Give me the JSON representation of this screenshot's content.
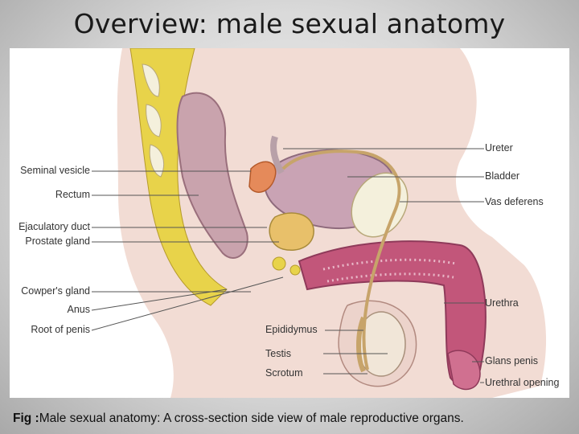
{
  "slide": {
    "title": "Overview: male sexual anatomy"
  },
  "diagram": {
    "labels_left": {
      "seminal_vesicle": "Seminal vesicle",
      "rectum": "Rectum",
      "ejaculatory_duct": "Ejaculatory duct",
      "prostate_gland": "Prostate gland",
      "cowpers_gland": "Cowper's gland",
      "anus": "Anus",
      "root_of_penis": "Root of penis"
    },
    "labels_right": {
      "ureter": "Ureter",
      "bladder": "Bladder",
      "vas_deferens": "Vas deferens",
      "urethra": "Urethra",
      "glans_penis": "Glans penis",
      "urethral_opening": "Urethral opening"
    },
    "labels_center": {
      "epididymus": "Epididymus",
      "testis": "Testis",
      "scrotum": "Scrotum"
    },
    "colors": {
      "fat": "#e8d34a",
      "skin": "#f0d7cf",
      "muscle": "#c98a9a",
      "spongy": "#c2567a",
      "bone": "#f4f0dc",
      "bladder": "#c9a3b4",
      "gland": "#e58a5a",
      "leader": "#555555"
    }
  },
  "caption": {
    "prefix": "Fig :",
    "text": "Male sexual anatomy: A cross-section side view of male reproductive organs."
  }
}
